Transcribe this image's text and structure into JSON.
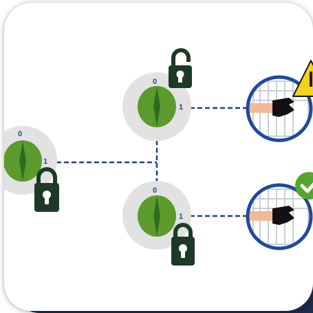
{
  "switches": [
    {
      "id": "left",
      "position_off_label": "0",
      "position_on_label": "1",
      "lock_state": "locked"
    },
    {
      "id": "top",
      "position_off_label": "0",
      "position_on_label": "1",
      "lock_state": "unlocked"
    },
    {
      "id": "bottom",
      "position_off_label": "0",
      "position_on_label": "1",
      "lock_state": "locked"
    }
  ],
  "outcomes": [
    {
      "id": "top",
      "indicator": "warning-icon",
      "indicator_color": "#f2d21a"
    },
    {
      "id": "bottom",
      "indicator": "check-icon",
      "indicator_color": "#54a630"
    }
  ],
  "colors": {
    "knob_green": "#5d9a2e",
    "knob_dark": "#2e6b1f",
    "lock_green": "#1d3a26",
    "circle_blue": "#1e4b99",
    "label_blue": "#1e4b99",
    "dash_line": "#1e3d8f",
    "dial_ring": "#e2e2e2"
  }
}
